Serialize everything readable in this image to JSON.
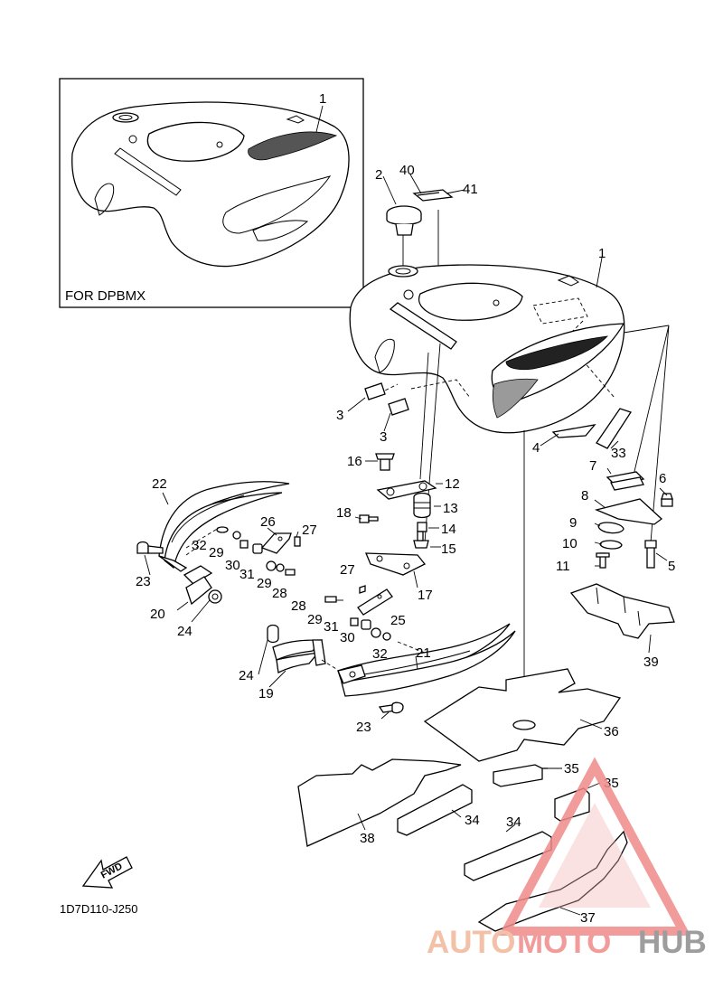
{
  "inset": {
    "caption": "FOR DPBMX",
    "callout": "1"
  },
  "diagram_code": "1D7D110-J250",
  "fwd_label": "FWD",
  "callouts": {
    "c1": "1",
    "c2": "2",
    "c3a": "3",
    "c3b": "3",
    "c4": "4",
    "c5": "5",
    "c6": "6",
    "c7": "7",
    "c8": "8",
    "c9": "9",
    "c10": "10",
    "c11": "11",
    "c12": "12",
    "c13": "13",
    "c14": "14",
    "c15": "15",
    "c16": "16",
    "c17": "17",
    "c18": "18",
    "c19": "19",
    "c20": "20",
    "c21": "21",
    "c22": "22",
    "c23a": "23",
    "c23b": "23",
    "c24a": "24",
    "c24b": "24",
    "c25": "25",
    "c26": "26",
    "c27a": "27",
    "c27b": "27",
    "c28a": "28",
    "c28b": "28",
    "c29a": "29",
    "c29b": "29",
    "c29c": "29",
    "c30a": "30",
    "c30b": "30",
    "c31a": "31",
    "c31b": "31",
    "c32a": "32",
    "c32b": "32",
    "c33": "33",
    "c34a": "34",
    "c34b": "34",
    "c35a": "35",
    "c35b": "35",
    "c36": "36",
    "c37": "37",
    "c38": "38",
    "c39": "39",
    "c40": "40",
    "c41": "41"
  },
  "watermark": {
    "part1": "AUTO",
    "part2": "MOTO",
    "part3": "HUB",
    "color_accent": "#f2b79a",
    "color_red": "#f08a8a",
    "color_grey": "#8c8c8c"
  }
}
